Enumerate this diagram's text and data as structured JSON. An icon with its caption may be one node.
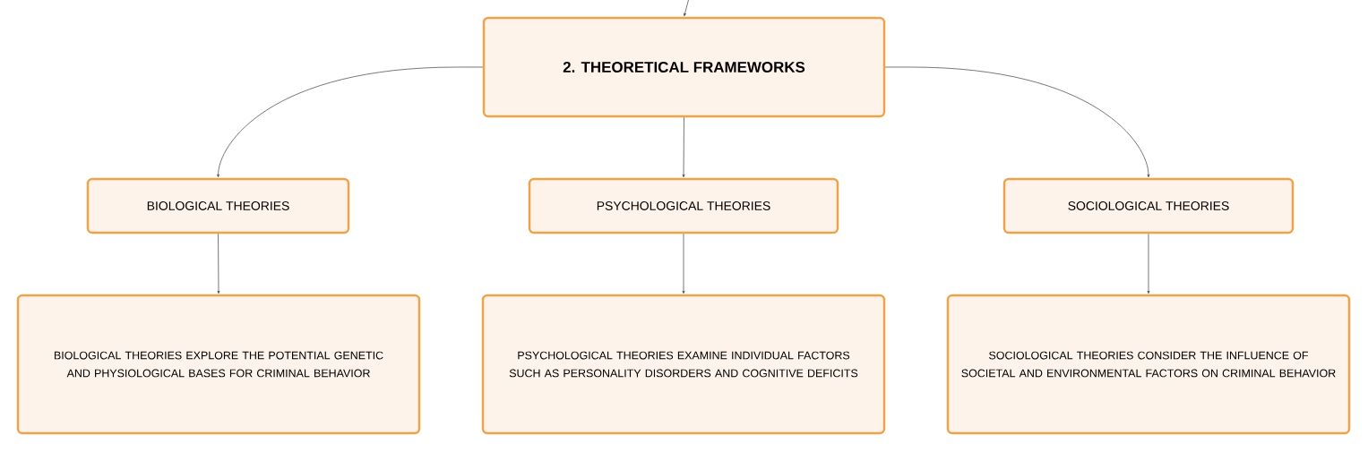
{
  "diagram": {
    "nodes": [
      {
        "text": [
          "2. THEORETICAL FRAMEWORKS"
        ]
      },
      {
        "text": [
          "BIOLOGICAL THEORIES"
        ]
      },
      {
        "text": [
          "PSYCHOLOGICAL THEORIES"
        ]
      },
      {
        "text": [
          "SOCIOLOGICAL THEORIES"
        ]
      },
      {
        "text": [
          "BIOLOGICAL THEORIES EXPLORE THE POTENTIAL GENETIC AND PHYSIOLOGICAL BASES FOR CRIMINAL BEHAVIOR"
        ]
      },
      {
        "text": [
          "PSYCHOLOGICAL THEORIES EXAMINE INDIVIDUAL FACTORS SUCH AS PERSONALITY DISORDERS AND COGNITIVE DEFICITS"
        ]
      },
      {
        "text": [
          "SOCIOLOGICAL THEORIES CONSIDER THE INFLUENCE OF SOCIETAL AND ENVIRONMENTAL FACTORS ON CRIMINAL BEHAVIOR"
        ]
      }
    ],
    "edges": [
      {
        "from": null,
        "to": 0,
        "arrow": "to"
      },
      {
        "from": 0,
        "to": 1,
        "arrow": "to"
      },
      {
        "from": 0,
        "to": 2,
        "arrow": "to"
      },
      {
        "from": 0,
        "to": 3,
        "arrow": "to"
      },
      {
        "from": 1,
        "to": 4,
        "arrow": "to"
      },
      {
        "from": 2,
        "to": 5,
        "arrow": "to"
      },
      {
        "from": 3,
        "to": 6,
        "arrow": "to"
      }
    ]
  }
}
